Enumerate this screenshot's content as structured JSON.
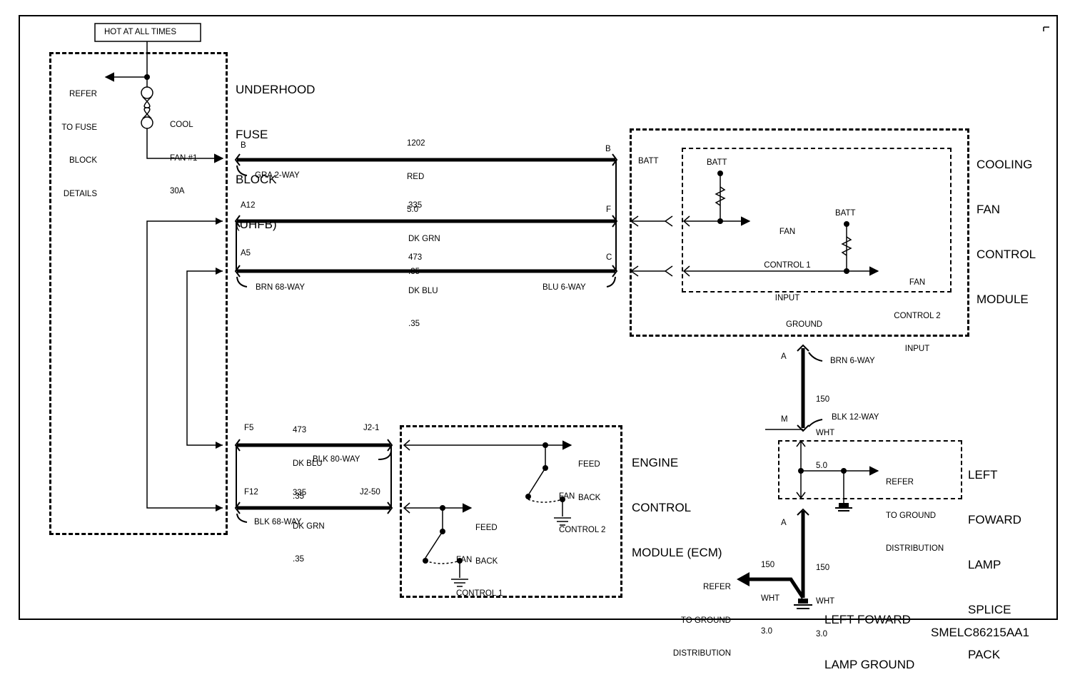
{
  "header_label": "HOT AT ALL TIMES",
  "diagram_id": "SMELC86215AA1",
  "uhfb": {
    "title": [
      "UNDERHOOD",
      "FUSE",
      "BLOCK",
      "(UHFB)"
    ],
    "refer": [
      "REFER",
      "TO FUSE",
      "BLOCK",
      "DETAILS"
    ],
    "fuse": [
      "COOL",
      "FAN #1",
      "30A"
    ]
  },
  "wires": [
    {
      "pin_left": "B",
      "pin_right": "B",
      "circuit": "1202",
      "color": "RED",
      "gauge": "5.0"
    },
    {
      "pin_left": "A12",
      "pin_right": "F",
      "circuit": "335",
      "color": "DK GRN",
      "gauge": ".35"
    },
    {
      "pin_left": "A5",
      "pin_right": "C",
      "circuit": "473",
      "color": "DK BLU",
      "gauge": ".35"
    }
  ],
  "connectors": {
    "gra2": "GRA 2-WAY",
    "brn68": "BRN 68-WAY",
    "blu6": "BLU 6-WAY",
    "blk80": "BLK 80-WAY",
    "blk68": "BLK 68-WAY",
    "brn6": "BRN 6-WAY",
    "blk12": "BLK 12-WAY"
  },
  "cfcm": {
    "title": [
      "COOLING",
      "FAN",
      "CONTROL",
      "MODULE"
    ],
    "batt_outer": "BATT",
    "batt1": "BATT",
    "batt2": "BATT",
    "input1": [
      "FAN",
      "CONTROL 1",
      "INPUT"
    ],
    "input2": [
      "FAN",
      "CONTROL 2",
      "INPUT"
    ],
    "ground": "GROUND"
  },
  "ecm_wires": [
    {
      "pin_left": "F5",
      "pin_right": "J2-1",
      "circuit": "473",
      "color": "DK BLU",
      "gauge": ".35"
    },
    {
      "pin_left": "F12",
      "pin_right": "J2-50",
      "circuit": "335",
      "color": "DK GRN",
      "gauge": ".35"
    }
  ],
  "ecm": {
    "title": [
      "ENGINE",
      "CONTROL",
      "MODULE (ECM)"
    ],
    "feedback": [
      "FEED",
      "BACK"
    ],
    "fc2": [
      "FAN",
      "CONTROL 2"
    ],
    "fc1": [
      "FAN",
      "CONTROL 1"
    ]
  },
  "ground_circuit": {
    "pin_a_top": "A",
    "pin_m": "M",
    "pin_a_bottom": "A",
    "wire_top": [
      "150",
      "WHT",
      "5.0"
    ],
    "wire_left": [
      "150",
      "WHT",
      "3.0"
    ],
    "wire_right": [
      "150",
      "WHT",
      "3.0"
    ],
    "splice_title": [
      "LEFT",
      "FOWARD",
      "LAMP",
      "SPLICE",
      "PACK"
    ],
    "splice_refer": [
      "REFER",
      "TO GROUND",
      "DISTRIBUTION"
    ],
    "refer_ground": [
      "REFER",
      "TO GROUND",
      "DISTRIBUTION"
    ],
    "lamp_ground": [
      "LEFT FOWARD",
      "LAMP GROUND"
    ]
  }
}
